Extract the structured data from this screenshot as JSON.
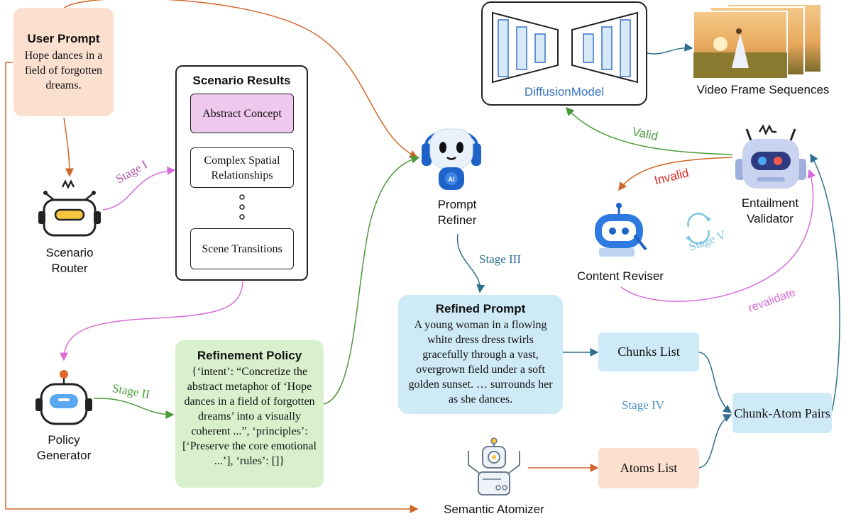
{
  "user_prompt": {
    "title": "User Prompt",
    "text": "Hope dances in a field of forgotten dreams."
  },
  "scenario_router": {
    "label_line1": "Scenario",
    "label_line2": "Router"
  },
  "scenario_results": {
    "title": "Scenario Results",
    "items": [
      "Abstract Concept",
      "Complex Spatial Relationships",
      "Scene Transitions"
    ]
  },
  "policy_generator": {
    "label_line1": "Policy",
    "label_line2": "Generator"
  },
  "refinement_policy": {
    "title": "Refinement Policy",
    "text": "{‘intent’: “Concretize the abstract metaphor of ‘Hope dances in a field of forgotten dreams’ into a visually coherent ...”, ‘principles’: [‘Preserve the core emotional ...’], ‘rules’: []}"
  },
  "prompt_refiner": {
    "label_line1": "Prompt",
    "label_line2": "Refiner",
    "badge": "AI"
  },
  "refined_prompt": {
    "title": "Refined Prompt",
    "text": "A young woman in a flowing white dress dress twirls gracefully through a vast, overgrown field under a soft golden sunset. … surrounds her as she dances."
  },
  "diffusion_model": {
    "label": "DiffusionModel"
  },
  "video": {
    "label": "Video Frame Sequences"
  },
  "entailment_validator": {
    "label_line1": "Entailment",
    "label_line2": "Validator"
  },
  "content_reviser": {
    "label": "Content Reviser"
  },
  "semantic_atomizer": {
    "label": "Semantic Atomizer"
  },
  "chunks_list": {
    "label": "Chunks List"
  },
  "atoms_list": {
    "label": "Atoms List"
  },
  "chunk_atom_pairs": {
    "label": "Chunk-Atom Pairs"
  },
  "stages": {
    "stage1": "Stage I",
    "stage2": "Stage II",
    "stage3": "Stage III",
    "stage4": "Stage IV",
    "stage5": "Stage V"
  },
  "edges": {
    "valid": "Valid",
    "invalid": "Invalid",
    "revalidate": "revalidate"
  },
  "colors": {
    "orange": "#d0662a",
    "magenta": "#d86bd8",
    "green": "#4a9a3a",
    "teal": "#2e6f8e",
    "red": "#e0241b",
    "peach": "#fbe0cf",
    "pink": "#efc8ee",
    "light_green": "#d8f0cc",
    "light_blue": "#cfeaf7",
    "diffusion_blue": "#3a74c4"
  }
}
